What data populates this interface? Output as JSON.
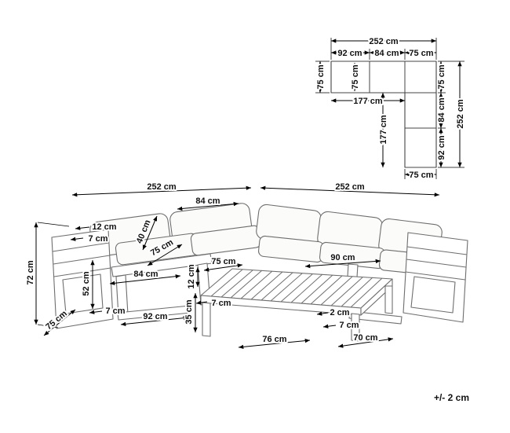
{
  "note": {
    "tolerance": "+/- 2 cm"
  },
  "top_view": {
    "total_width": "252 cm",
    "seg_92": "92 cm",
    "seg_84": "84 cm",
    "seg_75": "75 cm",
    "depth_left": "75 cm",
    "depth_inner": "75 cm",
    "inner_width": "177 cm",
    "right_75": "75 cm",
    "right_84": "84 cm",
    "right_92": "92 cm",
    "inner_height": "177 cm",
    "total_height": "252 cm",
    "bottom_75": "75 cm"
  },
  "sofa": {
    "left_total": "252 cm",
    "right_total": "252 cm",
    "module_84": "84 cm",
    "cushion_12": "12 cm",
    "edge_7a": "7 cm",
    "back_40": "40 cm",
    "depth_75": "75 cm",
    "height_72": "72 cm",
    "arm_52": "52 cm",
    "seat_84": "84 cm",
    "edge_7b": "7 cm",
    "base_92": "92 cm",
    "side_75": "75 cm"
  },
  "table": {
    "top_75": "75 cm",
    "length_90": "90 cm",
    "thick_12": "12 cm",
    "apron_7": "7 cm",
    "leg_35": "35 cm",
    "gap_2": "2 cm",
    "base_7": "7 cm",
    "base_76": "76 cm",
    "base_70": "70 cm"
  }
}
